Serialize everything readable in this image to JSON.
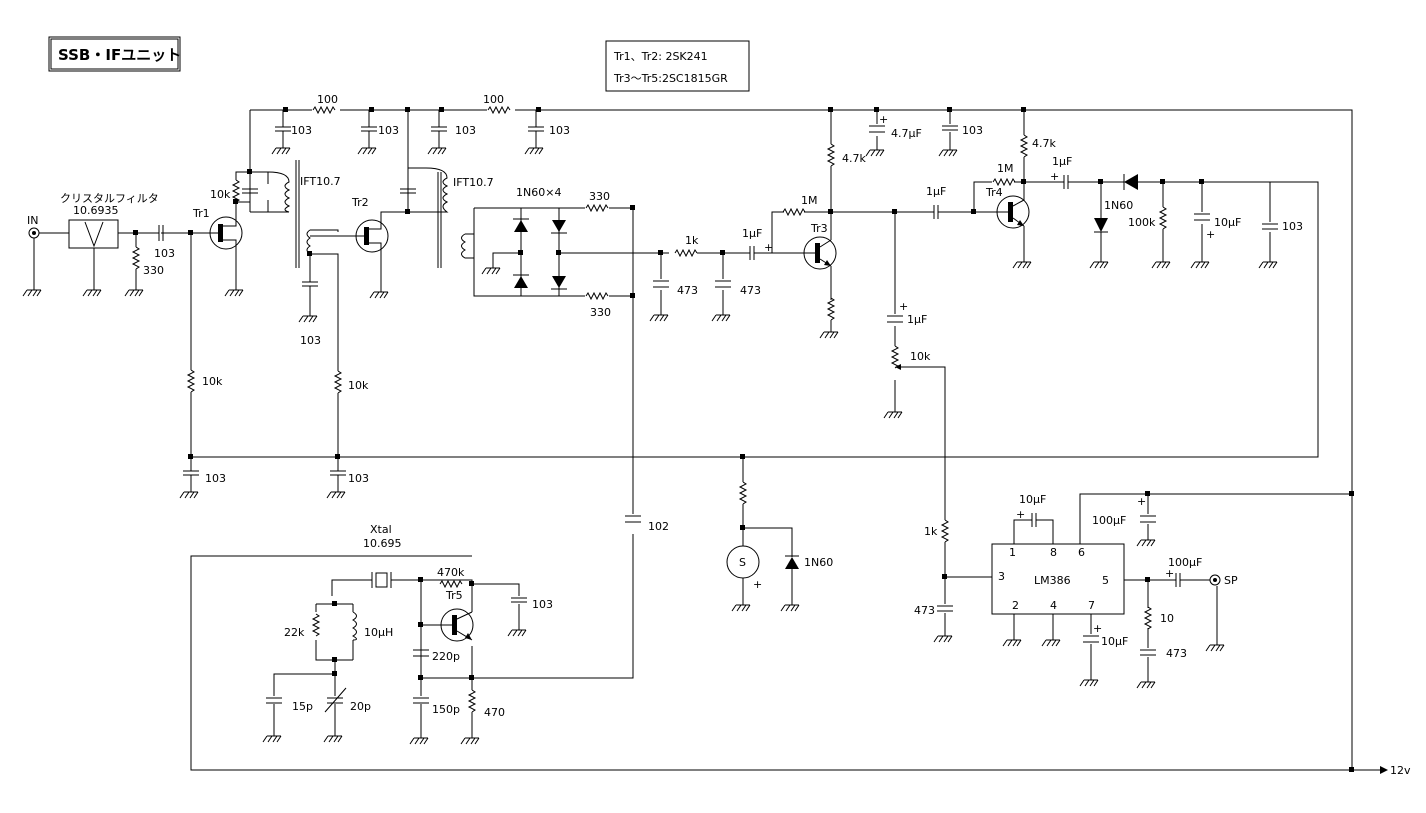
{
  "title": "SSB・IFユニット",
  "legend": {
    "line1": "Tr1、Tr2: 2SK241",
    "line2": "Tr3～Tr5:2SC1815GR"
  },
  "labels": {
    "in": "IN",
    "filter_name": "クリスタルフィルタ",
    "filter_freq": "10.6935",
    "r_in": "330",
    "c_in": "103",
    "tr1": "Tr1",
    "tr2": "Tr2",
    "tr3": "Tr3",
    "tr4": "Tr4",
    "tr5": "Tr5",
    "r_top1": "100",
    "r_top2": "100",
    "c_top1": "103",
    "c_top2": "103",
    "c_top3": "103",
    "c_top4": "103",
    "r_tr1": "10k",
    "ift1": "IFT10.7",
    "ift2": "IFT10.7",
    "c_tr2": "103",
    "r_bias1": "10k",
    "r_bias2": "10k",
    "c_bias1": "103",
    "c_bias2": "103",
    "diodes": "1N60×4",
    "r_mix1": "330",
    "r_mix2": "330",
    "r_lp": "1k",
    "c_lp1": "473",
    "c_lp2": "473",
    "c_cp1": "1μF",
    "r_tr3b": "1M",
    "r_tr3c": "4.7k",
    "c_dec": "4.7μF",
    "c_dec2": "103",
    "c_cp2": "1μF",
    "c_cp3": "1μF",
    "r_tr4b": "1M",
    "r_tr4c": "4.7k",
    "c_cp4": "1μF",
    "d_det": "1N60",
    "r_det": "100k",
    "c_det": "10μF",
    "c_det2": "103",
    "pot": "10k",
    "r_vol": "1k",
    "c_vol": "473",
    "c_gain": "10μF",
    "ic": "LM386",
    "pin1": "1",
    "pin8": "8",
    "pin6": "6",
    "pin3": "3",
    "pin5": "5",
    "pin2": "2",
    "pin4": "4",
    "pin7": "7",
    "c_sup": "100μF",
    "c_byp": "10μF",
    "c_out": "100μF",
    "r_zob": "10",
    "c_zob": "473",
    "sp": "SP",
    "meter": "S",
    "plus": "+",
    "d_meter": "1N60",
    "c_bfo": "102",
    "xtal_name": "Xtal",
    "xtal_freq": "10.695",
    "r_osc": "470k",
    "c_osc": "103",
    "r_22k": "22k",
    "l_osc": "10μH",
    "c_220p": "220p",
    "c_150p": "150p",
    "r_470": "470",
    "c_15p": "15p",
    "c_20p": "20p",
    "v12": "12v"
  }
}
